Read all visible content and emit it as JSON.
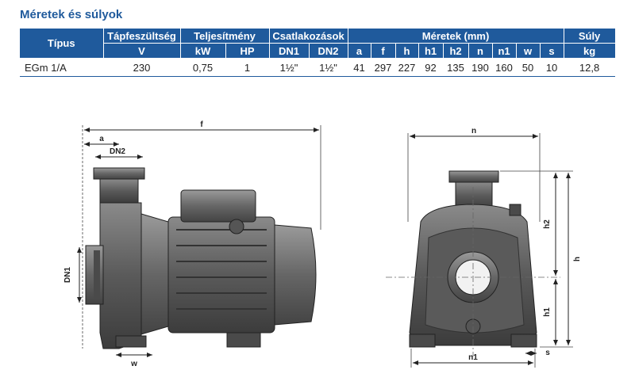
{
  "title": "Méretek és súlyok",
  "table": {
    "group_headers": {
      "tipus": "Típus",
      "tapfeszultseg": "Tápfeszültség",
      "teljesitmeny": "Teljesítmény",
      "csatlakozasok": "Csatlakozások",
      "meretek": "Méretek (mm)",
      "suly": "Súly"
    },
    "unit_headers": [
      "V",
      "kW",
      "HP",
      "DN1",
      "DN2",
      "a",
      "f",
      "h",
      "h1",
      "h2",
      "n",
      "n1",
      "w",
      "s",
      "kg"
    ],
    "rows": [
      [
        "EGm 1/A",
        "230",
        "0,75",
        "1",
        "1½\"",
        "1½\"",
        "41",
        "297",
        "227",
        "92",
        "135",
        "190",
        "160",
        "50",
        "10",
        "12,8"
      ]
    ]
  },
  "drawing_labels": {
    "f": "f",
    "a": "a",
    "dn2": "DN2",
    "dn1": "DN1",
    "w": "w",
    "n": "n",
    "h": "h",
    "h1": "h1",
    "h2": "h2",
    "n1": "n1",
    "s": "s"
  }
}
